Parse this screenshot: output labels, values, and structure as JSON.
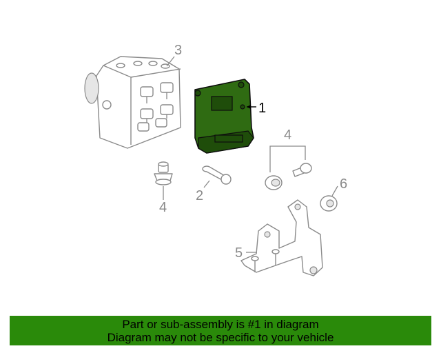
{
  "callouts": {
    "c1": "1",
    "c2": "2",
    "c3": "3",
    "c4a": "4",
    "c4b": "4",
    "c5": "5",
    "c6": "6"
  },
  "banner": {
    "line1": "Part or sub-assembly is #1 in diagram",
    "line2": "Diagram may not be specific to your vehicle"
  },
  "colors": {
    "highlight": "#2f6b12",
    "banner": "#2a8a0a",
    "line": "#8a8a8a"
  }
}
